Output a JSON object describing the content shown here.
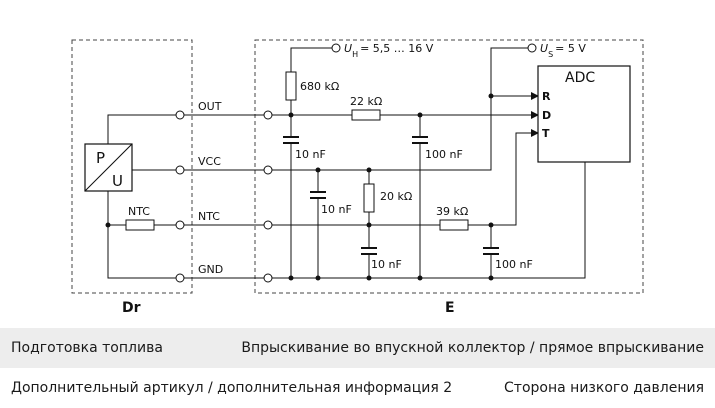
{
  "diagram": {
    "supply_voltage": "= 5,5 … 16 V",
    "supply_voltage_symbol": "U",
    "supply_voltage_subscript": "H",
    "ref_voltage": "= 5 V",
    "ref_voltage_symbol": "U",
    "ref_voltage_subscript": "S",
    "adc_label": "ADC",
    "adc_pins": [
      "R",
      "D",
      "T"
    ],
    "sensor_p": "P",
    "sensor_u": "U",
    "ntc_box_label": "NTC",
    "terminals": [
      "OUT",
      "VCC",
      "NTC",
      "GND"
    ],
    "resistors": {
      "r680": "680 kΩ",
      "r22": "22 kΩ",
      "r20": "20 kΩ",
      "r39": "39 kΩ"
    },
    "capacitors": {
      "c1": "10 nF",
      "c2": "100 nF",
      "c3": "10 nF",
      "c4": "10 nF",
      "c5": "100 nF"
    },
    "section_left": "Dr",
    "section_right": "E"
  },
  "info": {
    "row1_left": "Подготовка топлива",
    "row1_right": "Впрыскивание во впускной коллектор / прямое впрыскивание",
    "row2_left": "Дополнительный артикул / дополнительная информация 2",
    "row2_right": "Сторона низкого давления"
  }
}
